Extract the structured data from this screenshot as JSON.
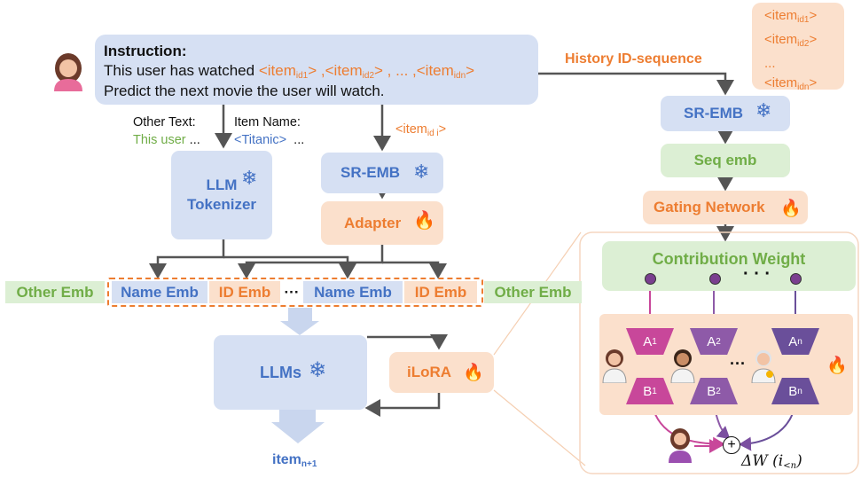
{
  "instruction": {
    "title": "Instruction:",
    "line1_prefix": "This user has watched",
    "line1_items": [
      "<item",
      "id1",
      ">",
      " ,<item",
      "id2",
      "> , ... ,<item",
      "idn",
      ">"
    ],
    "line2": "Predict the next movie the user will watch."
  },
  "history_label": "History ID-sequence",
  "history_items": [
    {
      "base": "<item",
      "sub": "id1",
      "close": ">"
    },
    {
      "base": "<item",
      "sub": "id2",
      "close": ">"
    },
    {
      "base": "...",
      "sub": "",
      "close": ""
    },
    {
      "base": "<item",
      "sub": "idn",
      "close": ">"
    }
  ],
  "other_text": {
    "label": "Other Text:",
    "value": "This user",
    "ellipsis": "..."
  },
  "item_name": {
    "label": "Item Name:",
    "value": "<Titanic>",
    "ellipsis": "..."
  },
  "item_id_label": {
    "base": "<item",
    "sub": "id i",
    "close": ">"
  },
  "boxes": {
    "llm_tokenizer_1": "LLM",
    "llm_tokenizer_2": "Tokenizer",
    "sr_emb_left": "SR-EMB",
    "adapter": "Adapter",
    "sr_emb_right": "SR-EMB",
    "seq_emb": "Seq emb",
    "gating_network": "Gating Network",
    "contribution_weight": "Contribution Weight",
    "llms": "LLMs",
    "ilora": "iLoRA"
  },
  "emb_row": {
    "other_left": "Other Emb",
    "name1": "Name Emb",
    "id1": "ID Emb",
    "dots": "···",
    "name2": "Name Emb",
    "id2": "ID Emb",
    "other_right": "Other Emb"
  },
  "experts": [
    {
      "a": "A",
      "a_sub": "1",
      "b": "B",
      "b_sub": "1"
    },
    {
      "a": "A",
      "a_sub": "2",
      "b": "B",
      "b_sub": "2"
    },
    {
      "a": "A",
      "a_sub": "n",
      "b": "B",
      "b_sub": "n"
    }
  ],
  "expert_dots": "···",
  "weight_dots": "· · ·",
  "output": {
    "base": "item",
    "sub": "n+1"
  },
  "delta": {
    "text": "ΔW (i",
    "sub": "<n",
    "close": ")"
  },
  "colors": {
    "blue": "#4472c4",
    "orange": "#ed7d31",
    "green": "#70ad47",
    "purple": "#7b4fa0",
    "pink": "#c8479a"
  },
  "icons": {
    "frozen": "snowflake-icon",
    "trainable": "flame-icon",
    "user": "user-avatar-icon",
    "expert": "expert-avatar-icon",
    "sum": "plus-circle-icon"
  }
}
